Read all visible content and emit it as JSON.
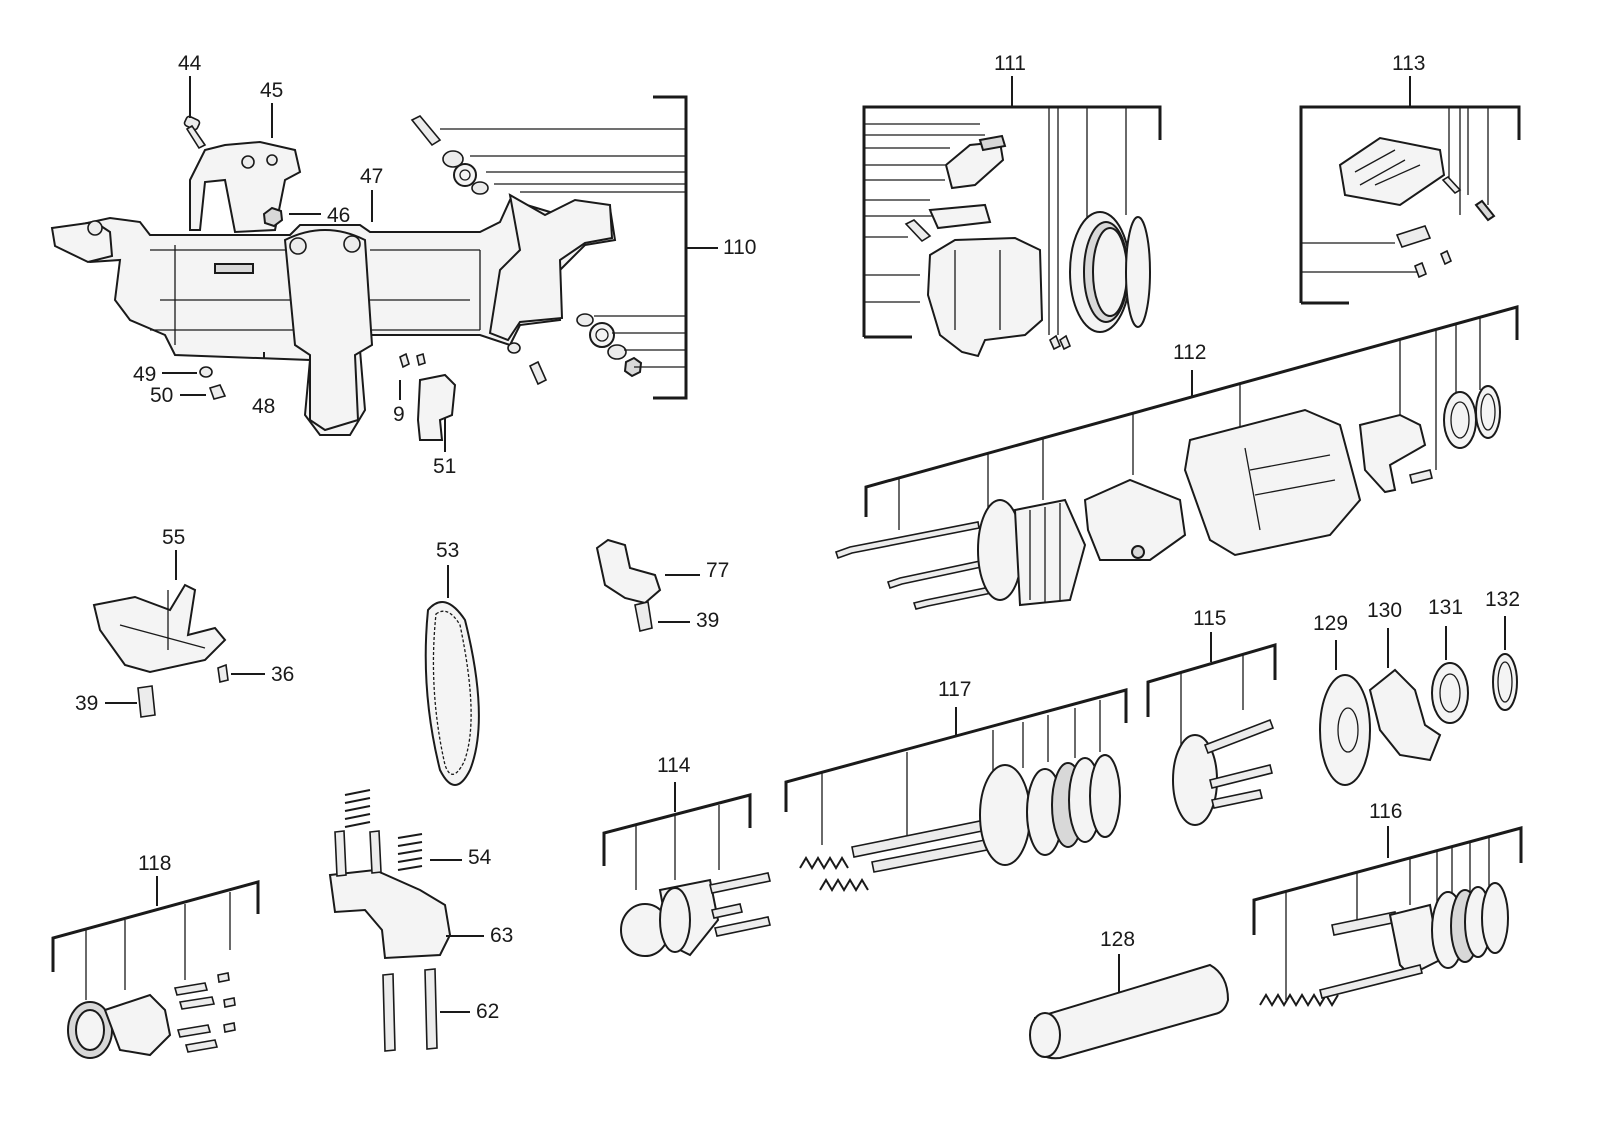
{
  "labels": {
    "p44": "44",
    "p45": "45",
    "p46": "46",
    "p47": "47",
    "p48": "48",
    "p49": "49",
    "p50": "50",
    "p9": "9",
    "p51": "51",
    "p110": "110",
    "p111": "111",
    "p113": "113",
    "p112": "112",
    "p55": "55",
    "p36": "36",
    "p39a": "39",
    "p53": "53",
    "p77": "77",
    "p39b": "39",
    "p115": "115",
    "p129": "129",
    "p130": "130",
    "p131": "131",
    "p132": "132",
    "p117": "117",
    "p114": "114",
    "p54": "54",
    "p63": "63",
    "p62": "62",
    "p118": "118",
    "p116": "116",
    "p128": "128"
  },
  "colors": {
    "ink": "#1a1a1a",
    "fill": "#f4f4f4",
    "shade": "#d8d8d8",
    "background": "#ffffff"
  }
}
